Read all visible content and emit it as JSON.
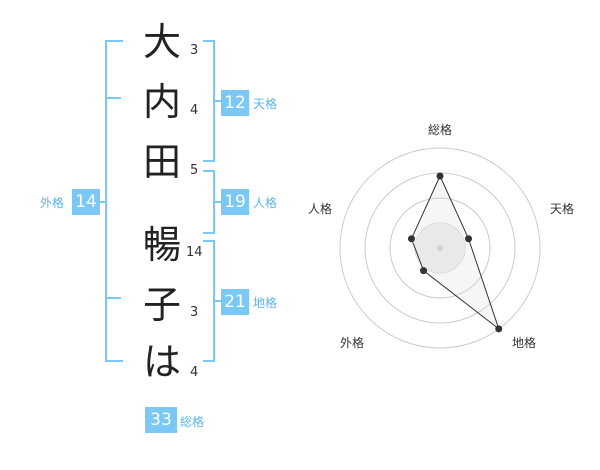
{
  "name_chars": [
    {
      "char": "大",
      "strokes": "3"
    },
    {
      "char": "内",
      "strokes": "4"
    },
    {
      "char": "田",
      "strokes": "5"
    },
    {
      "char": "暢",
      "strokes": "14"
    },
    {
      "char": "子",
      "strokes": "3"
    },
    {
      "char": "は",
      "strokes": "4"
    }
  ],
  "fortunes": {
    "tenkaku": {
      "value": "12",
      "label": "天格"
    },
    "jinkaku": {
      "value": "19",
      "label": "人格"
    },
    "chikaku": {
      "value": "21",
      "label": "地格"
    },
    "gaikaku": {
      "value": "14",
      "label": "外格"
    },
    "soukaku": {
      "value": "33",
      "label": "総格"
    }
  },
  "chart_data": {
    "type": "radar",
    "axes": [
      "総格",
      "天格",
      "地格",
      "外格",
      "人格"
    ],
    "values": [
      0.72,
      0.3,
      1.0,
      0.28,
      0.3
    ],
    "rings": 4,
    "colors": {
      "line": "#333333",
      "point": "#333333",
      "fill": "#eeeeee",
      "grid": "#cccccc"
    }
  },
  "colors": {
    "accent": "#7cc8f4",
    "accent_text": "#5bb5ea"
  }
}
